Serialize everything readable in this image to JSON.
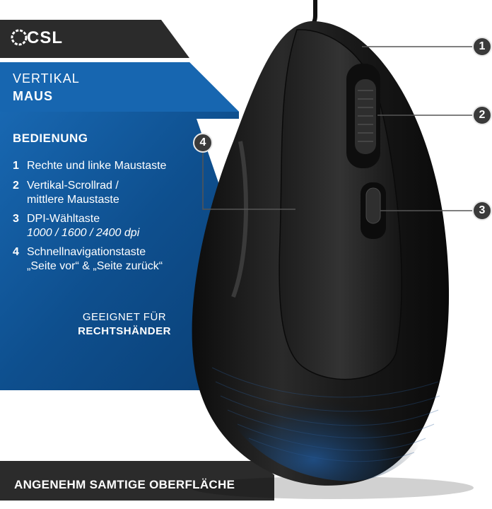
{
  "brand": {
    "logo_text": "CSL"
  },
  "header": {
    "line1": "VERTIKAL",
    "line2": "MAUS"
  },
  "section": {
    "title": "BEDIENUNG",
    "items": [
      {
        "num": "1",
        "line1": "Rechte und linke Maustaste"
      },
      {
        "num": "2",
        "line1": "Vertikal-Scrollrad /",
        "line2": "mittlere Maustaste"
      },
      {
        "num": "3",
        "line1": "DPI-Wähltaste",
        "line2": "1000 / 1600 / 2400 dpi"
      },
      {
        "num": "4",
        "line1": "Schnellnavigationstaste",
        "line2": "„Seite vor“ & „Seite zurück“"
      }
    ]
  },
  "suitability": {
    "line1": "GEEIGNET FÜR",
    "line2": "RECHTSHÄNDER"
  },
  "bottom_banner": {
    "text": "ANGENEHM SAMTIGE OBERFLÄCHE"
  },
  "callouts": [
    "1",
    "2",
    "3",
    "4"
  ],
  "colors": {
    "dark_panel": "#2b2b2b",
    "blue_panel": "#0d4f8f",
    "blue_light": "#1766b0",
    "mouse_body": "#141414",
    "accent_glow": "#1e5aa0"
  }
}
